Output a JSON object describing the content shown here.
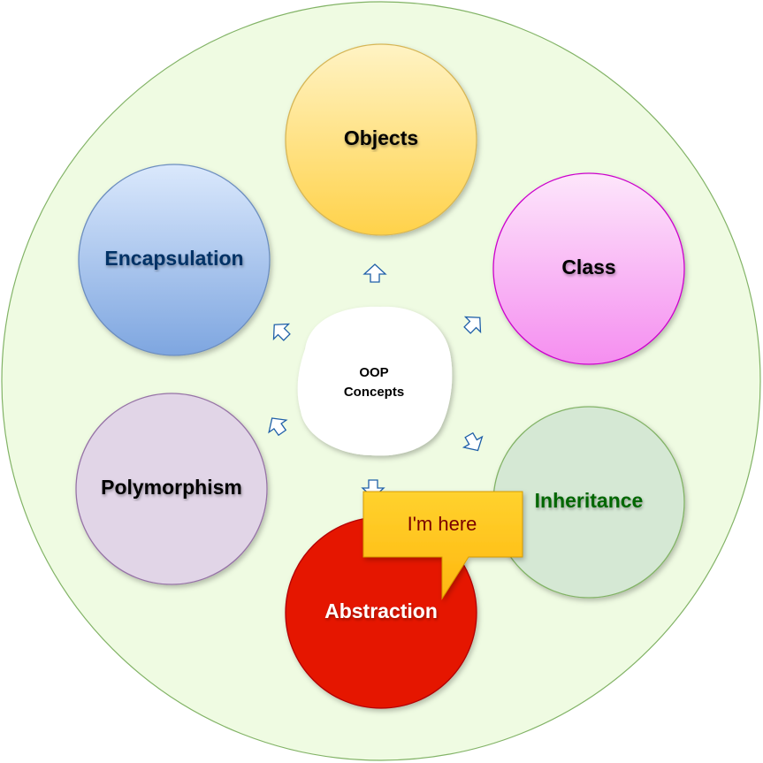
{
  "center": {
    "line1": "OOP",
    "line2": "Concepts"
  },
  "concepts": [
    {
      "label": "Objects",
      "text_color": "#000000",
      "fill_top": "#fff3c4",
      "fill_bottom": "#ffd24a",
      "stroke": "#d6b656"
    },
    {
      "label": "Class",
      "text_color": "#000000",
      "fill_top": "#fde6fb",
      "fill_bottom": "#f58ef0",
      "stroke": "#cc00cc"
    },
    {
      "label": "Inheritance",
      "text_color": "#006600",
      "fill_top": "#d5e8d4",
      "fill_bottom": "#d5e8d4",
      "stroke": "#82b366"
    },
    {
      "label": "Abstraction",
      "text_color": "#ffffff",
      "fill_top": "#e51400",
      "fill_bottom": "#e51400",
      "stroke": "#b20000"
    },
    {
      "label": "Polymorphism",
      "text_color": "#000000",
      "fill_top": "#e1d5e7",
      "fill_bottom": "#e1d5e7",
      "stroke": "#9673a6"
    },
    {
      "label": "Encapsulation",
      "text_color": "#003366",
      "fill_top": "#dae8fc",
      "fill_bottom": "#7ea6e0",
      "stroke": "#6c8ebf"
    }
  ],
  "callout": {
    "text": "I'm here",
    "fill": "#ffcd28",
    "stroke": "#d79b00"
  },
  "colors": {
    "background": "#effbe2",
    "background_stroke": "#82b366",
    "arrow_stroke": "#1f5fa8"
  }
}
